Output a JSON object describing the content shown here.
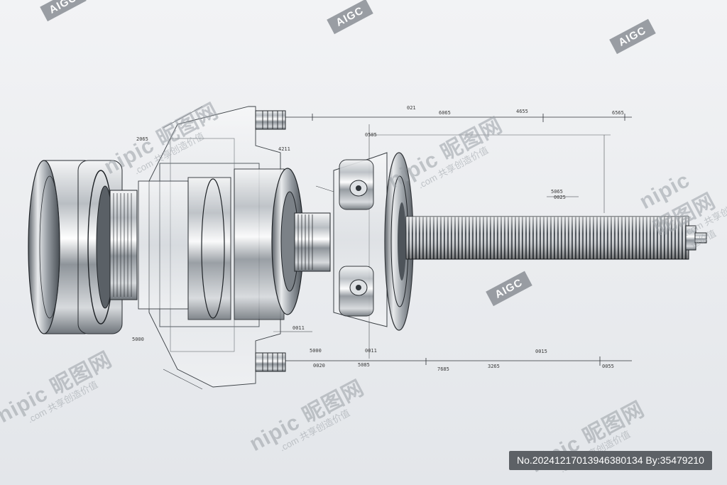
{
  "watermarks": {
    "aigc_label": "AIGC",
    "site_logo": "nipic 昵图网",
    "site_sub": ".com 共享创造价值"
  },
  "footer": {
    "image_id": "No.20241217013946380134 By:35479210"
  },
  "dimension_labels": [
    "021",
    "6065",
    "4655",
    "6565",
    "2065",
    "4211",
    "5065",
    "0025",
    "0505",
    "5000",
    "5000",
    "0011",
    "0015",
    "0020",
    "5085",
    "7685",
    "3265",
    "0055",
    "0011"
  ]
}
